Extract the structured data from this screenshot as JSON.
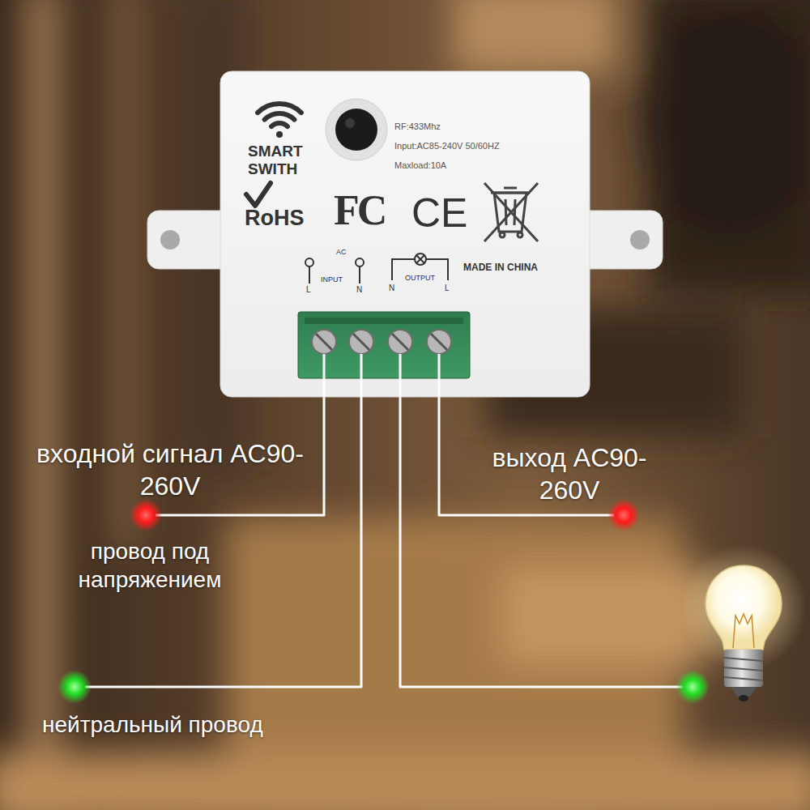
{
  "diagram": {
    "nodes": [
      {
        "text": [
          "SMART SWITH",
          "RF:433Mhz",
          "Input:AC85-240V 50/60HZ",
          "Maxload:10A",
          "RoHS",
          "FC",
          "CE",
          "AC",
          "L",
          "INPUT",
          "N",
          "N",
          "OUTPUT",
          "L",
          "MADE IN CHINA"
        ]
      }
    ],
    "labels": [
      "входной сигнал AC90-260V",
      "провод под напряжением",
      "выход AC90-260V",
      "нейтральный провод"
    ]
  }
}
